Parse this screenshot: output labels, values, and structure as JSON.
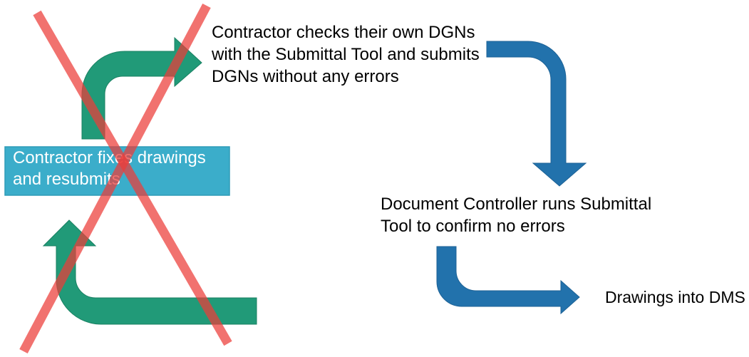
{
  "colors": {
    "arrow_green": "#219a78",
    "arrow_blue": "#2272ac",
    "box_fill": "#3badca",
    "box_border": "#2e9cb8",
    "cross_red": "#ed3c39",
    "text": "#000000",
    "box_text": "#ffffff"
  },
  "diagram": {
    "step_contractor_checks": {
      "lines": [
        "Contractor checks their own DGNs",
        "with the Submittal Tool and submits",
        "DGNs without any errors"
      ]
    },
    "box_contractor_fixes": {
      "lines": [
        "Contractor fixes drawings",
        "and resubmits"
      ]
    },
    "step_document_controller": {
      "lines": [
        "Document Controller runs Submittal",
        "Tool to confirm no errors"
      ]
    },
    "step_drawings_into_dms": {
      "lines": [
        "Drawings into DMS"
      ]
    }
  }
}
